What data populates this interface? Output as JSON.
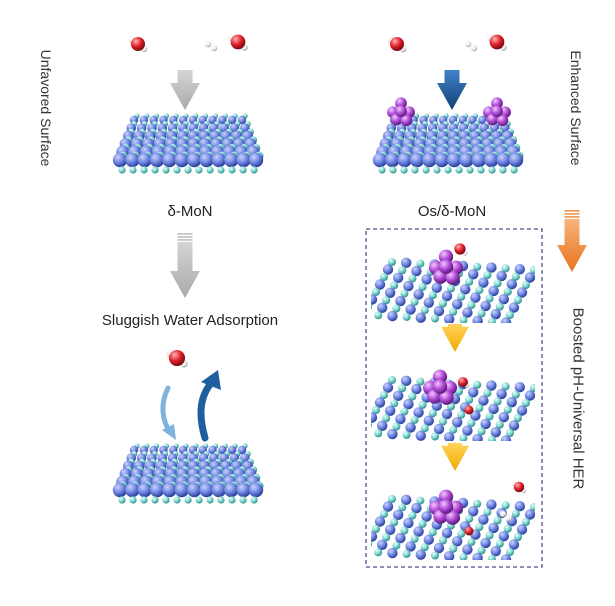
{
  "labels": {
    "left_vertical": "Unfavored Surface",
    "right_vertical": "Enhanced Surface",
    "left_surface": "δ-MoN",
    "right_surface": "Os/δ-MoN",
    "left_result": "Sluggish Water Adsorption",
    "right_result": "Boosted pH-Universal HER"
  },
  "colors": {
    "mo_atom": "#6f86e0",
    "n_atom": "#7fd6cf",
    "os_atom": "#b04ad6",
    "oxygen": "#e0202a",
    "hydrogen": "#f2f2f2",
    "gray_arrow": "#b8b8b8",
    "blue_arrow": "#1f5f9e",
    "light_blue_arrow": "#7fb2de",
    "orange_arrow": "#ef8a2c",
    "yellow_arrow": "#f6b812",
    "dashed_box": "#4a4f8a"
  },
  "icons": [
    "water-molecule-icon",
    "down-arrow-icon",
    "curved-arrow-icon"
  ]
}
